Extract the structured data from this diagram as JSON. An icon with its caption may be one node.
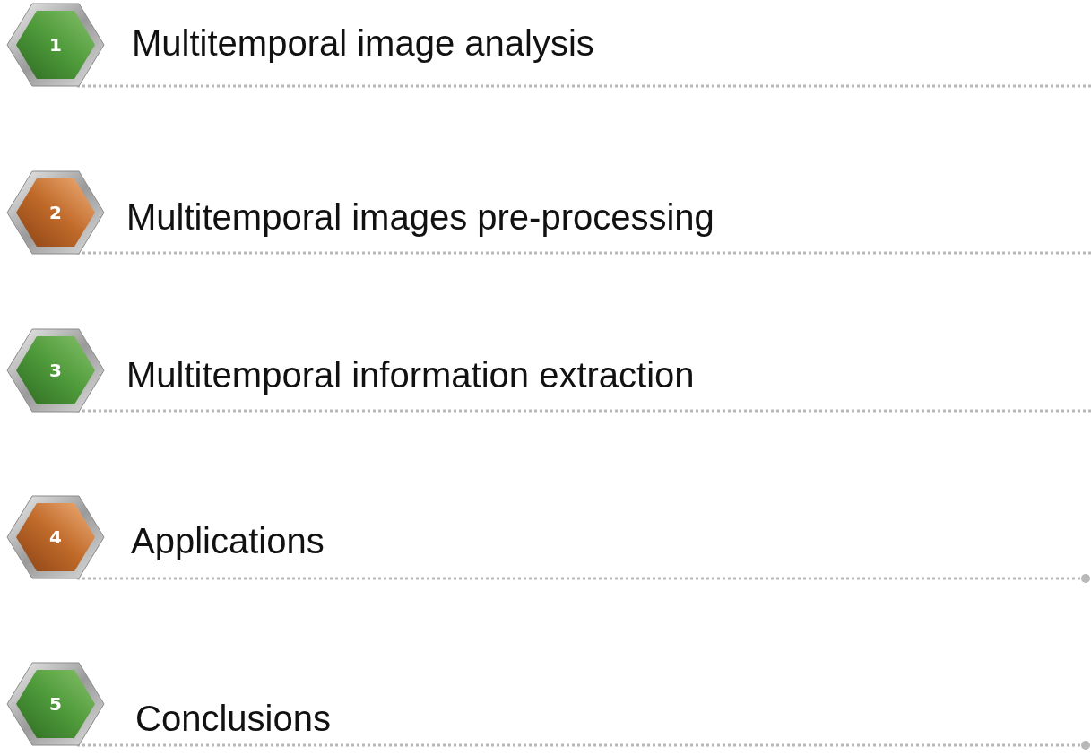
{
  "diagram": {
    "nodes": [
      {
        "text": [
          "1"
        ],
        "beside": [
          "Multitemporal image analysis"
        ]
      },
      {
        "text": [
          "2"
        ],
        "beside": [
          "Multitemporal images pre-processing"
        ]
      },
      {
        "text": [
          "3"
        ],
        "beside": [
          "Multitemporal information extraction"
        ]
      },
      {
        "text": [
          "4"
        ],
        "beside": [
          "Applications"
        ]
      },
      {
        "text": [
          "5"
        ],
        "beside": [
          "Conclusions"
        ]
      }
    ]
  }
}
